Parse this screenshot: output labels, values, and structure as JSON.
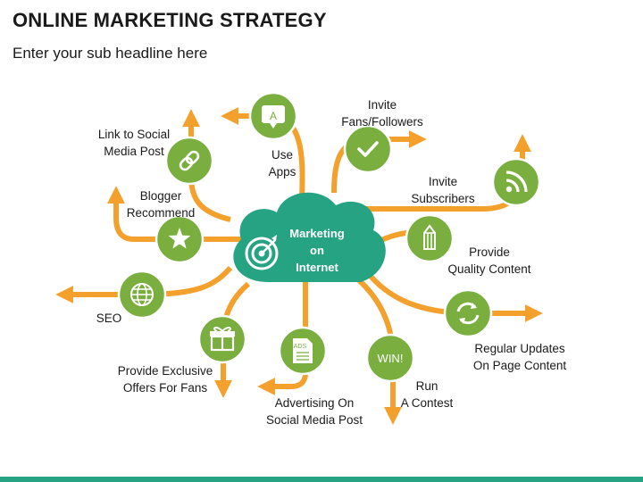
{
  "title": "ONLINE MARKETING STRATEGY",
  "subtitle": "Enter your sub headline here",
  "colors": {
    "connector": "#F4A02C",
    "node": "#7AAE3E",
    "hub": "#26A383",
    "footer": "#26A383",
    "text": "#1a1a1a"
  },
  "hub": {
    "lines": [
      "Marketing",
      "on",
      "Internet"
    ],
    "icon": "target-icon"
  },
  "nodes": [
    {
      "id": "link-social",
      "icon": "chain-link-icon",
      "lines": [
        "Link to Social",
        "Media Post"
      ]
    },
    {
      "id": "use-apps",
      "icon": "app-icon",
      "icon_text": "A",
      "lines": [
        "Use",
        "Apps"
      ]
    },
    {
      "id": "invite-fans",
      "icon": "checkmark-icon",
      "lines": [
        "Invite",
        "Fans/Followers"
      ]
    },
    {
      "id": "invite-subscribers",
      "icon": "rss-icon",
      "lines": [
        "Invite",
        "Subscribers"
      ]
    },
    {
      "id": "blogger",
      "icon": "star-icon",
      "lines": [
        "Blogger",
        "Recommend"
      ]
    },
    {
      "id": "quality-content",
      "icon": "pencil-icon",
      "lines": [
        "Provide",
        "Quality Content"
      ]
    },
    {
      "id": "seo",
      "icon": "globe-icon",
      "lines": [
        "SEO"
      ]
    },
    {
      "id": "regular-updates",
      "icon": "refresh-icon",
      "lines": [
        "Regular Updates",
        "On Page Content"
      ]
    },
    {
      "id": "offers",
      "icon": "gift-icon",
      "lines": [
        "Provide Exclusive",
        "Offers For Fans"
      ]
    },
    {
      "id": "advertising",
      "icon": "ads-document-icon",
      "icon_text": "ADS",
      "lines": [
        "Advertising On",
        "Social Media Post"
      ]
    },
    {
      "id": "contest",
      "icon": "win-badge-icon",
      "icon_text": "WIN!",
      "lines": [
        "Run",
        "A Contest"
      ]
    }
  ]
}
